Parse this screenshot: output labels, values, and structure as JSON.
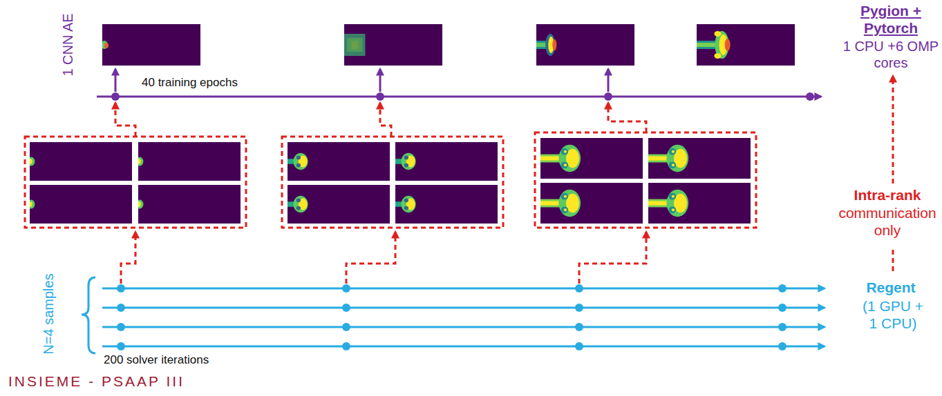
{
  "diagram": {
    "labels": [
      "1 CNN AE",
      "40 training epochs",
      "Pygion + Pytorch",
      "1 CPU +6 OMP cores",
      "Intra-rank",
      "communication only",
      "N=4 samples",
      "200 solver iterations",
      "Regent",
      "(1 GPU + 1 CPU)",
      "INSIEME - PSAAP III"
    ]
  }
}
